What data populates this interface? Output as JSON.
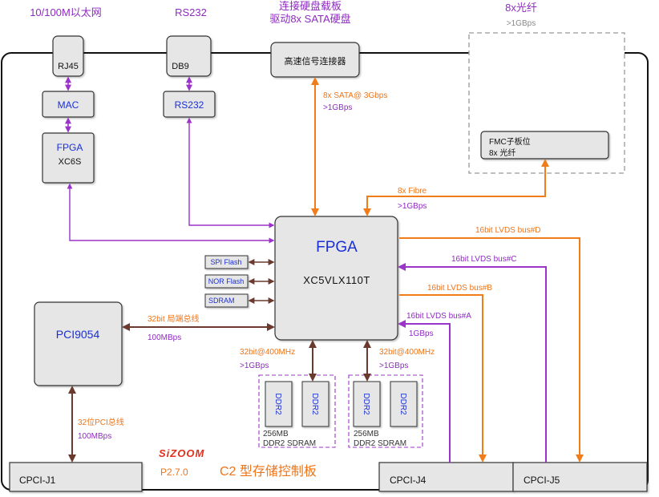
{
  "top_labels": {
    "ethernet": "10/100M以太网",
    "rs232": "RS232",
    "sata_line1": "连接硬盘载板",
    "sata_line2": "驱动8x SATA硬盘",
    "fiber_title": "8x光纤",
    "fiber_rate": ">1GBps"
  },
  "blocks": {
    "rj45": "RJ45",
    "db9": "DB9",
    "hs_connector": "高速信号连接器",
    "mac": "MAC",
    "rs232": "RS232",
    "fpga_small_title": "FPGA",
    "fpga_small_part": "XC6S",
    "fmc_line1": "FMC子板位",
    "fmc_line2": "8x 光纤",
    "main_fpga_title": "FPGA",
    "main_fpga_part": "XC5VLX110T",
    "spi_flash": "SPI Flash",
    "nor_flash": "NOR Flash",
    "sdram": "SDRAM",
    "pci9054": "PCI9054",
    "ddr2": "DDR2",
    "ddr_group_size": "256MB",
    "ddr_group_type": "DDR2 SDRAM",
    "cpci_j1": "CPCI-J1",
    "cpci_j4": "CPCI-J4",
    "cpci_j5": "CPCI-J5"
  },
  "links": {
    "sata_rate": "8x SATA@ 3Gbps",
    "sata_bw": ">1GBps",
    "fibre": "8x Fibre",
    "fibre_bw": ">1GBps",
    "lvds_d": "16bit LVDS bus#D",
    "lvds_c": "16bit LVDS bus#C",
    "lvds_b": "16bit LVDS bus#B",
    "lvds_a": "16bit LVDS bus#A",
    "lvds_a_bw": "1GBps",
    "local_bus": "32bit 局端总线",
    "local_bus_bw": "100MBps",
    "ddr_left_rate": "32bit@400MHz",
    "ddr_left_bw": ">1GBps",
    "ddr_right_rate": "32bit@400MHz",
    "ddr_right_bw": ">1GBps",
    "pci_bus": "32位PCI总线",
    "pci_bw": "100MBps"
  },
  "branding": {
    "logo": "SiZOOM",
    "version": "P2.7.0",
    "board_title": "C2 型存储控制板"
  },
  "colors": {
    "orange": "#f07d1a",
    "purple": "#9b34c8",
    "brown": "#6b3a2e",
    "block_fill": "#e6e6e6",
    "block_stroke": "#3a3a3a",
    "blue_text": "#1a2fd6",
    "purple_text": "#8e2bc0",
    "orange_text": "#ee7418"
  }
}
